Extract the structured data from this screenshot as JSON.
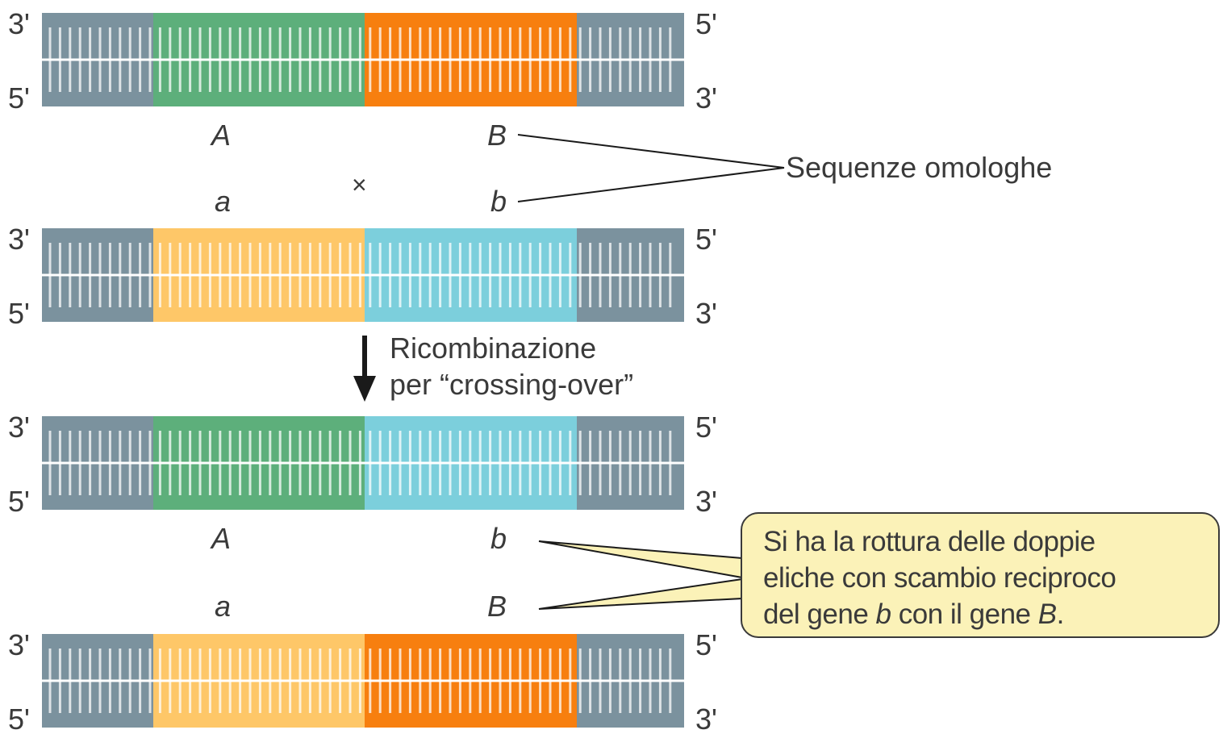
{
  "colors": {
    "end_gray": "#7b929e",
    "gene_A": "#5daf7b",
    "gene_B": "#f77f0f",
    "gene_a": "#fec768",
    "gene_b": "#7ccfdc",
    "callout_fill": "#fbf2b8"
  },
  "strands": [
    {
      "id": "strand-1",
      "left_top": "3'",
      "left_bottom": "5'",
      "right_top": "5'",
      "right_bottom": "3'",
      "segments": [
        "end_gray",
        "gene_A",
        "gene_B",
        "end_gray"
      ]
    },
    {
      "id": "strand-2",
      "left_top": "3'",
      "left_bottom": "5'",
      "right_top": "5'",
      "right_bottom": "3'",
      "segments": [
        "end_gray",
        "gene_a",
        "gene_b",
        "end_gray"
      ]
    },
    {
      "id": "strand-3",
      "left_top": "3'",
      "left_bottom": "5'",
      "right_top": "5'",
      "right_bottom": "3'",
      "segments": [
        "end_gray",
        "gene_A",
        "gene_b",
        "end_gray"
      ]
    },
    {
      "id": "strand-4",
      "left_top": "3'",
      "left_bottom": "5'",
      "right_top": "5'",
      "right_bottom": "3'",
      "segments": [
        "end_gray",
        "gene_a",
        "gene_B",
        "end_gray"
      ]
    }
  ],
  "gene_labels": {
    "s1_left": "A",
    "s1_right": "B",
    "s2_left": "a",
    "s2_right": "b",
    "s3_left": "A",
    "s3_right": "b",
    "s4_left": "a",
    "s4_right": "B"
  },
  "cross_symbol": "×",
  "homologous_label": "Sequenze omologhe",
  "recombination": {
    "line1": "Ricombinazione",
    "line2": "per “crossing-over”"
  },
  "callout": {
    "line1": "Si ha la rottura delle doppie",
    "line2": "eliche con scambio reciproco",
    "line3_pre": "del gene ",
    "line3_gene1": "b",
    "line3_mid": " con il gene ",
    "line3_gene2": "B",
    "line3_post": "."
  }
}
